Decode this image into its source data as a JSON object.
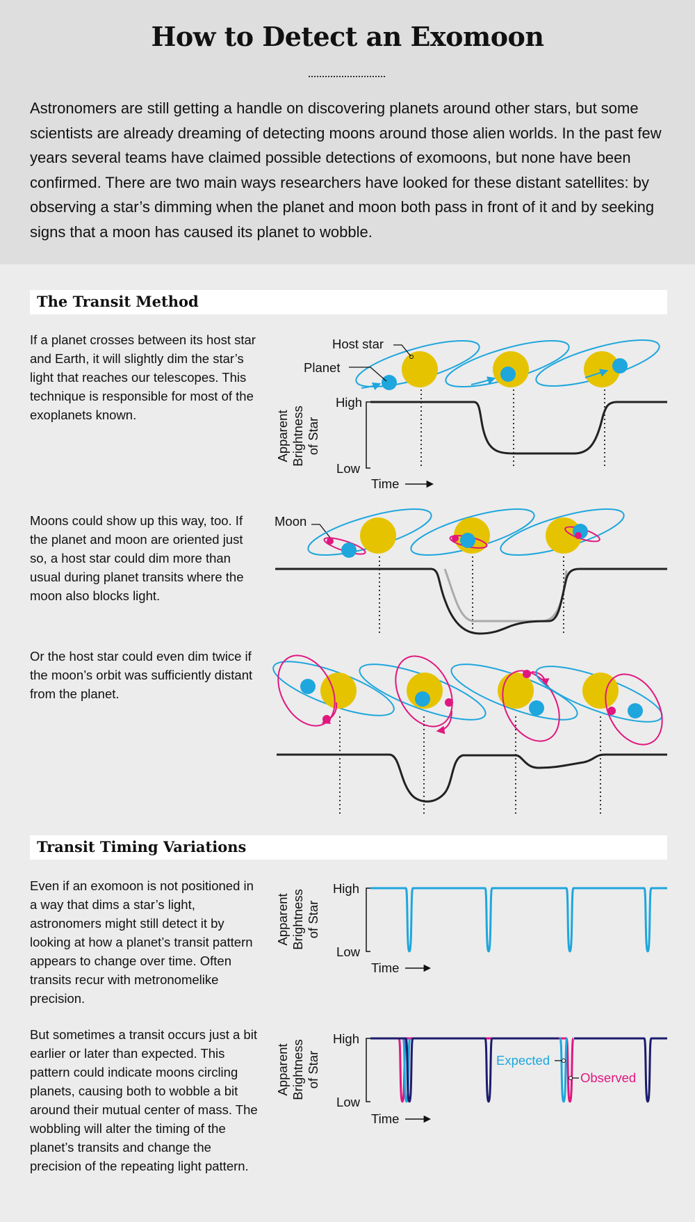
{
  "title": "How to Detect an Exomoon",
  "intro": "Astronomers are still getting a handle on discovering planets around other stars, but some scientists are already dreaming of detecting moons around those alien worlds. In the past few years several teams have claimed possible detections of exomoons, but none have been confirmed. There are two main ways researchers have looked for these distant satellites: by observing a star’s dimming when the planet and moon both pass in front of it and by seeking signs that a moon has caused its planet to wobble.",
  "sections": {
    "transit": {
      "heading": "The Transit Method",
      "para1": "If a planet crosses between its host star and Earth, it will slightly dim the star’s light that reaches our tele­scopes. This technique is responsi­ble for most of the exoplanets known.",
      "para2": "Moons could show up this way, too. If the planet and moon are oriented just so, a host star could dim more than usual during planet transits where the moon also blocks light.",
      "para3": "Or the host star could even dim twice if the moon’s orbit was sufficiently distant from the planet."
    },
    "ttv": {
      "heading": "Transit Timing Variations",
      "para1": "Even if an exomoon is not positioned in a way that dims a star’s light, astronomers might still detect it by looking at how a planet’s transit pattern appears to change over time. Often transits recur with metronomelike precision.",
      "para2": "But sometimes a transit occurs just a bit earlier or later than expected. This pattern could indicate moons circling planets, causing both to wobble a bit around their mutual center of mass. The wobbling will alter the timing of the planet’s transits and change the precision of the repeating light pattern."
    }
  },
  "labels": {
    "host_star": "Host star",
    "planet": "Planet",
    "moon": "Moon",
    "y_axis_line1": "Apparent",
    "y_axis_line2": "Brightness",
    "y_axis_line3": "of Star",
    "high": "High",
    "low": "Low",
    "time": "Time",
    "expected": "Expected",
    "observed": "Observed"
  },
  "colors": {
    "star": "#e6c300",
    "planet_and_orbit": "#1ea6dd",
    "moon_and_orbit": "#e0177f",
    "expected_curve": "#1ea6dd",
    "observed_curve": "#e0177f",
    "ttv_curve": "#1b1c6e",
    "light_curve": "#222222"
  }
}
